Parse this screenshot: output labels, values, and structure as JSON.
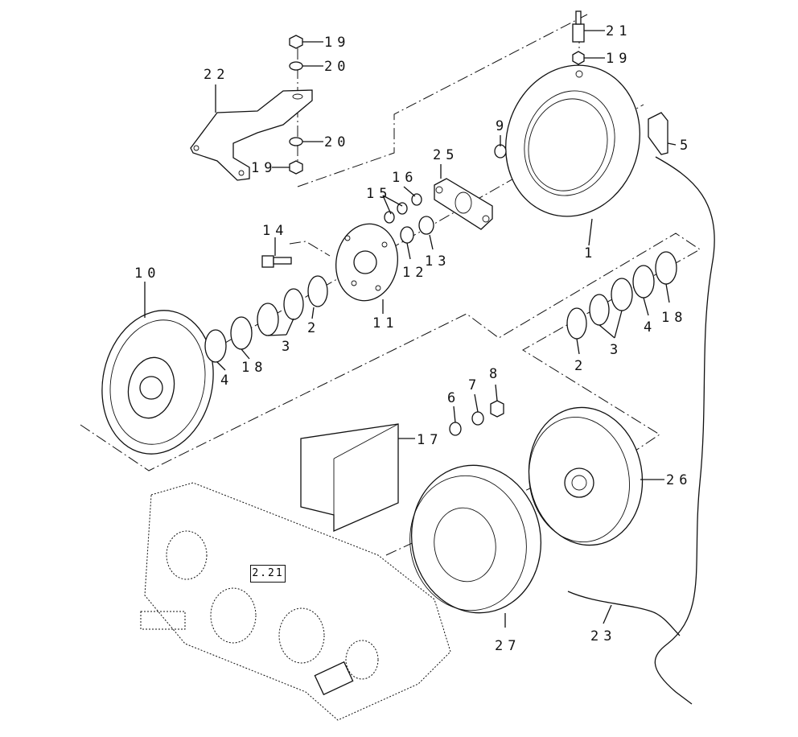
{
  "callouts": {
    "c1": "1",
    "c2a": "2",
    "c2b": "2",
    "c3a": "3",
    "c3b": "3",
    "c4a": "4",
    "c4b": "4",
    "c5": "5",
    "c6": "6",
    "c7": "7",
    "c8": "8",
    "c9": "9",
    "c10": "10",
    "c11": "11",
    "c12": "12",
    "c13": "13",
    "c14": "14",
    "c15": "15",
    "c16": "16",
    "c17": "17",
    "c18a": "18",
    "c18b": "18",
    "c19a": "19",
    "c19b": "19",
    "c19c": "19",
    "c20a": "20",
    "c20b": "20",
    "c21": "21",
    "c22": "22",
    "c23": "23",
    "c25": "25",
    "c26": "26",
    "c27": "27"
  },
  "reference_box": "2.21"
}
